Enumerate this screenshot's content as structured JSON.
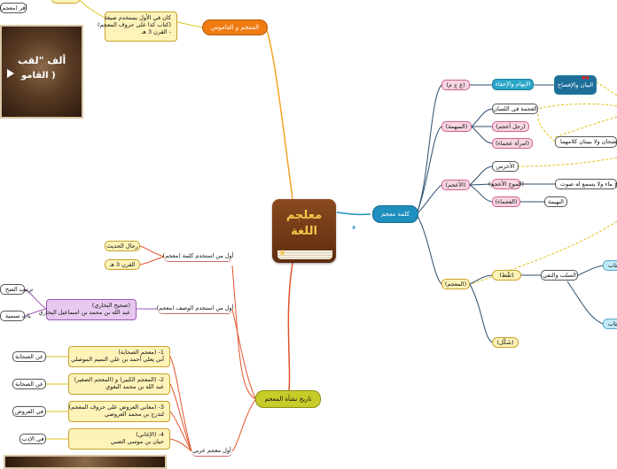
{
  "center": {
    "title": "معلجم\nاللغة"
  },
  "branches": {
    "dictionary": "المعجم و القاموس",
    "word_dictionary": "كلمة معجم",
    "history": "تاريخ نشأة المعجم"
  },
  "dictionary_note": "كان في الأول يستخدم صيغة\n(كتاب كذا على حروف المعجم)\n- القرن 3 هـ",
  "top_cut_labels": [
    "أقر (معجم)"
  ],
  "top_left_video": {
    "line1": "ألف \"لقب",
    "line2": "( القامو"
  },
  "root_node": "(ع ج م)",
  "root_meaning": "الإبهام والإخفاء",
  "eloquence_node": "البيان والإفصاح",
  "mubhama": "(المبهمة)",
  "mubhama_children": [
    "العجمة في اللسان",
    "(رجل أعجم)",
    "(امرأة عجماء)"
  ],
  "ajam_shared": "لا يفصحان ولا يبينان كلامهما",
  "a3jam": "(الأعجم)",
  "a3jam_children": [
    "الأخرس",
    "(الموج الأعجم)",
    "(العجماء)"
  ],
  "mawj_note": "لا ينضح ماء ولا يسمع له صوت",
  "bahima": "البهيمة",
  "mu3jam": "(المعجم)",
  "naqt": "(نَقْط)",
  "shakl": "(شَكْل)",
  "salb": "السلب والنفي",
  "right_cut_labels": [
    "(كتاب",
    "(كتاب"
  ],
  "first_use": "أول من استخدم كلمة (معجم)",
  "first_use_children": [
    "رجال الحديث",
    "القرن 3 هـ"
  ],
  "first_description": "أول من استخدم الوصف (معجم)",
  "bukhari": "(صحيح البخاري)\nعبد الله بن محمد بن اسماعيل البخاري",
  "bukhari_children": [
    "ترتيب الصح",
    "باب تسمية"
  ],
  "first_arab": "أول معجم عربي",
  "lexicons": [
    "1- (معجم الصحابة)\nأبي يعلى أحمد بن علي التميم الموصلي",
    "2- (المعجم الكبير) و (المعجم الصغير)\nعبد الله بن محمد البغوي",
    "3- (معاني العروض على حروف المعجم)\nلتذرج بن محمد العروضي",
    "4- (الإغاني)\nحيان بن موسى الضبي"
  ],
  "lexicon_tags": [
    "عن الصحابة",
    "عن الصحابة",
    "في العروض",
    "في الإدب"
  ],
  "colors": {
    "branch_orange": "#ef7b12",
    "branch_teal": "#1e8fbf",
    "branch_olive": "#c8cc2a",
    "connector_yellow": "#e0c21a"
  }
}
